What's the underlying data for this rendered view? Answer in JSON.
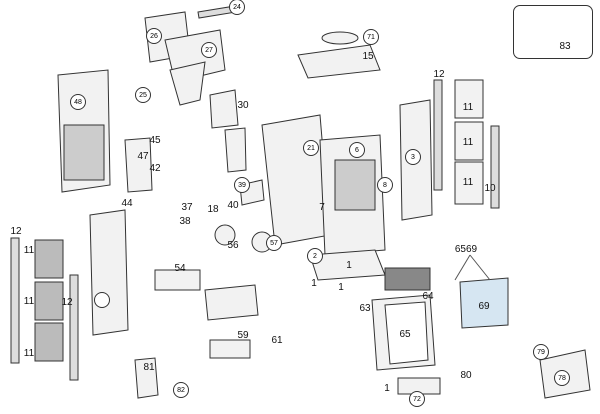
{
  "labels": {
    "n2": "2",
    "n3": "3",
    "n6": "6",
    "n7": "7",
    "n8": "8",
    "n10": "10",
    "n11a": "11",
    "n11b": "11",
    "n11c": "11",
    "n11d": "11",
    "n11e": "11",
    "n11f": "11",
    "n12a": "12",
    "n12b": "12",
    "n12c": "12",
    "n15": "15",
    "n18": "18",
    "n21": "21",
    "n24": "24",
    "n25": "25",
    "n26": "26",
    "n27": "27",
    "n30": "30",
    "n37": "37",
    "n38": "38",
    "n39": "39",
    "n40": "40",
    "n42": "42",
    "n44": "44",
    "n45": "45",
    "n47": "47",
    "n48": "48",
    "n54": "54",
    "n56": "56",
    "n57": "57",
    "n59": "59",
    "n61": "61",
    "n63": "63",
    "n64": "64",
    "n65": "65",
    "n6569": "6569",
    "n69": "69",
    "n71": "71",
    "n72": "72",
    "n78": "78",
    "n79": "79",
    "n80": "80",
    "n81": "81",
    "n82": "82",
    "n83": "83",
    "one_a": "1",
    "one_b": "1",
    "one_c": "1",
    "one_d": "1"
  },
  "colors": {
    "line": "#333333",
    "fill": "#f2f2f2",
    "glass": "#d6e6f2",
    "dark": "#555555"
  }
}
